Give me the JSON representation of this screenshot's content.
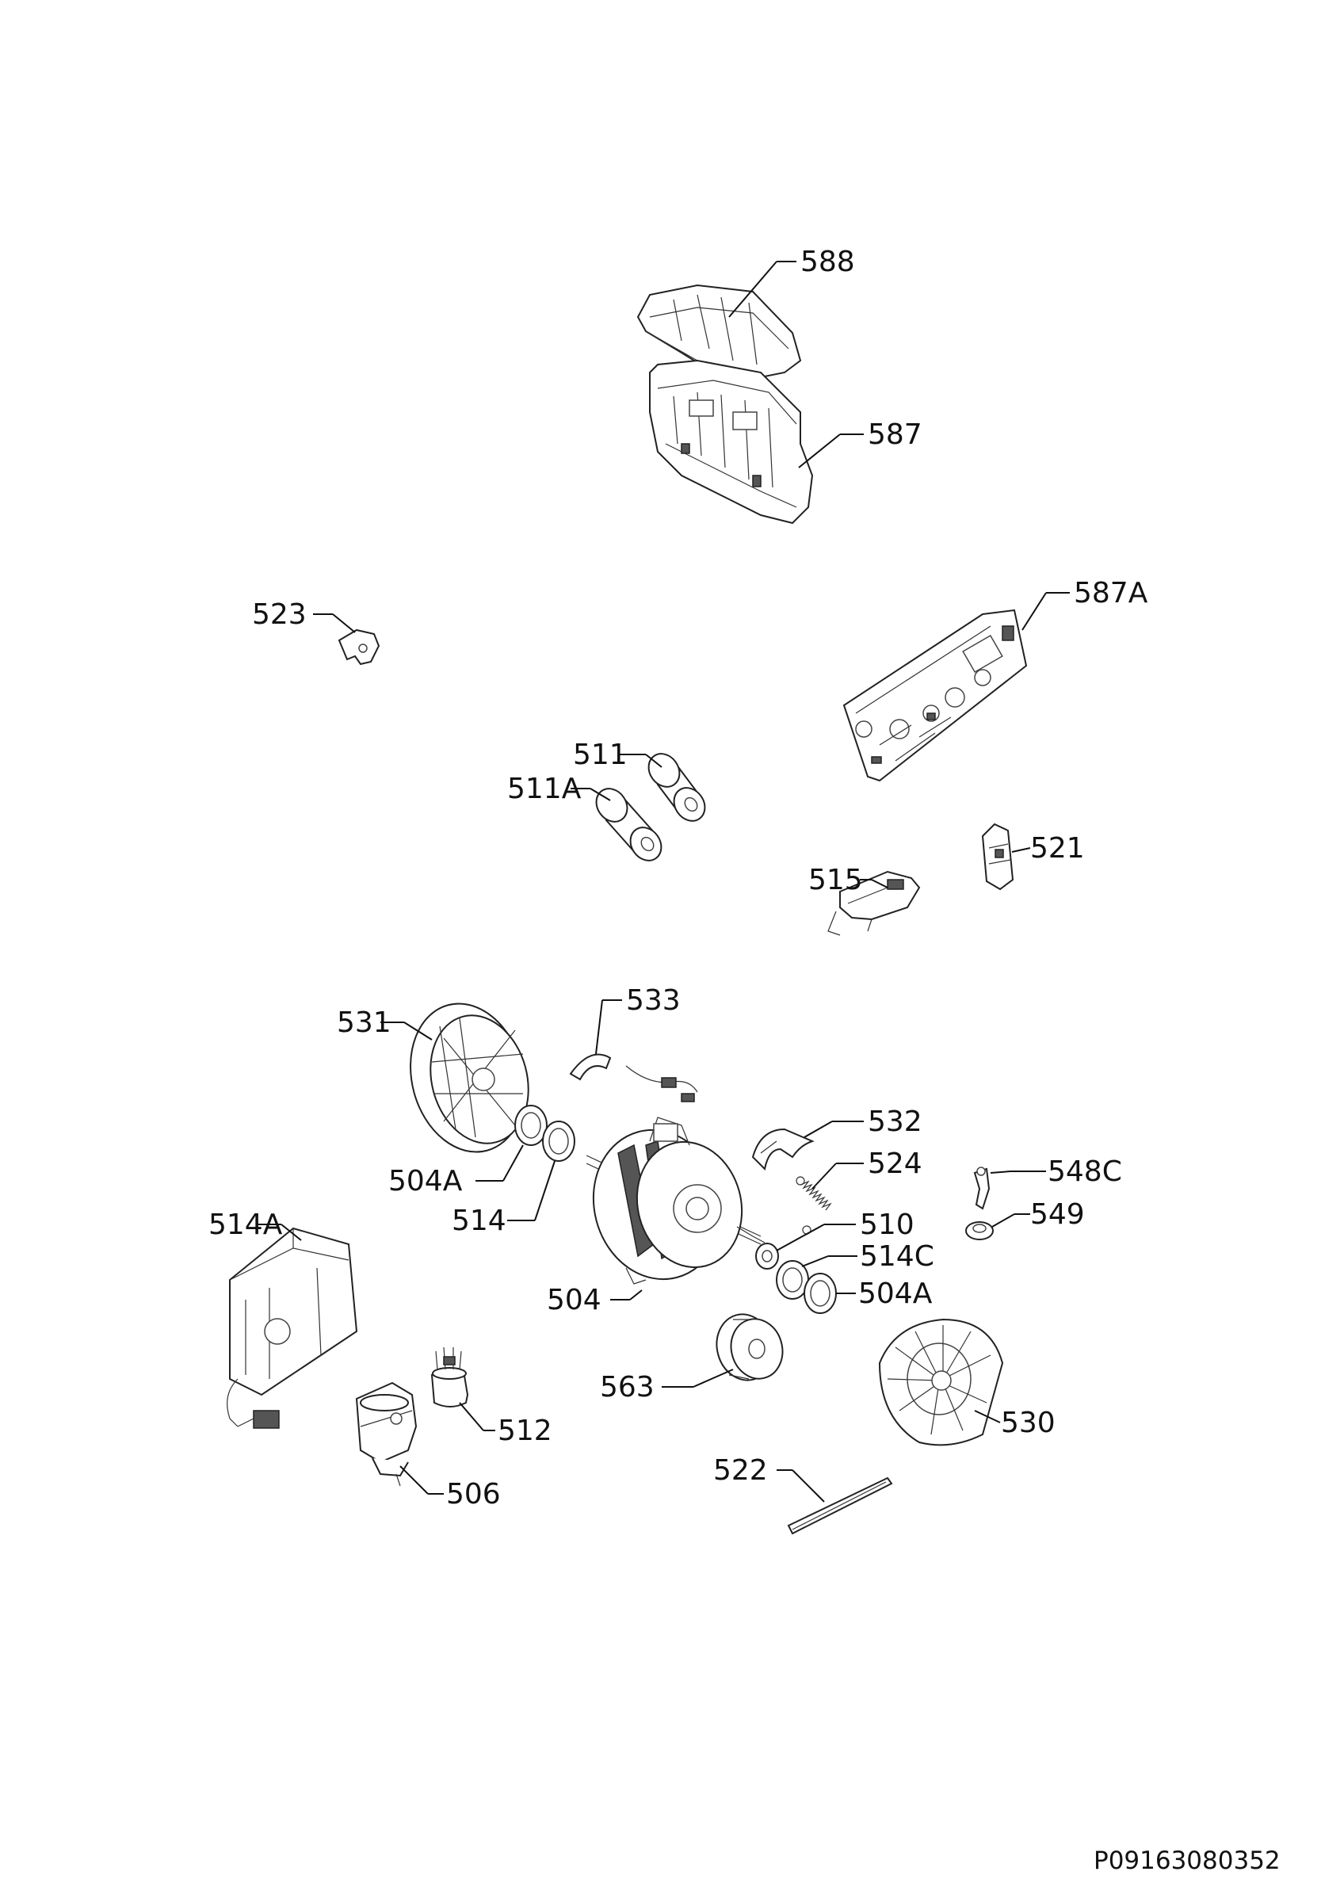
{
  "doc_ref": "P09163080352",
  "callouts": [
    {
      "id": "588",
      "label": "588"
    },
    {
      "id": "587",
      "label": "587"
    },
    {
      "id": "587A",
      "label": "587A"
    },
    {
      "id": "523",
      "label": "523"
    },
    {
      "id": "511",
      "label": "511"
    },
    {
      "id": "511A",
      "label": "511A"
    },
    {
      "id": "521",
      "label": "521"
    },
    {
      "id": "515",
      "label": "515"
    },
    {
      "id": "533",
      "label": "533"
    },
    {
      "id": "531",
      "label": "531"
    },
    {
      "id": "532",
      "label": "532"
    },
    {
      "id": "524",
      "label": "524"
    },
    {
      "id": "548C",
      "label": "548C"
    },
    {
      "id": "504A_left",
      "label": "504A"
    },
    {
      "id": "514_left",
      "label": "514"
    },
    {
      "id": "549",
      "label": "549"
    },
    {
      "id": "510",
      "label": "510"
    },
    {
      "id": "514C",
      "label": "514C"
    },
    {
      "id": "514A",
      "label": "514A"
    },
    {
      "id": "504",
      "label": "504"
    },
    {
      "id": "504A_right",
      "label": "504A"
    },
    {
      "id": "563",
      "label": "563"
    },
    {
      "id": "530",
      "label": "530"
    },
    {
      "id": "512",
      "label": "512"
    },
    {
      "id": "506",
      "label": "506"
    },
    {
      "id": "522",
      "label": "522"
    }
  ]
}
